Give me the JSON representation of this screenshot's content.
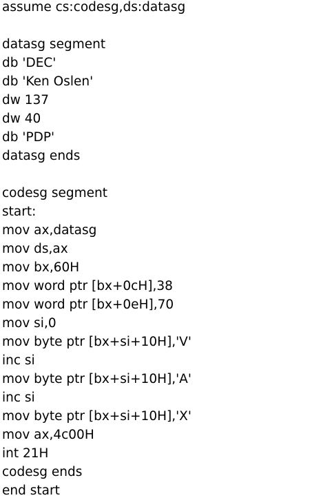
{
  "lines": [
    "assume cs:codesg,ds:datasg",
    "",
    "datasg segment",
    "db 'DEC'",
    "db 'Ken Oslen'",
    "dw 137",
    "dw 40",
    "db 'PDP'",
    "datasg ends",
    "",
    "codesg segment",
    "start:",
    "mov ax,datasg",
    "mov ds,ax",
    "mov bx,60H",
    "mov word ptr [bx+0cH],38",
    "mov word ptr [bx+0eH],70",
    "mov si,0",
    "mov byte ptr [bx+si+10H],'V'",
    "inc si",
    "mov byte ptr [bx+si+10H],'A'",
    "inc si",
    "mov byte ptr [bx+si+10H],'X'",
    "mov ax,4c00H",
    "int 21H",
    "codesg ends",
    "end start"
  ]
}
